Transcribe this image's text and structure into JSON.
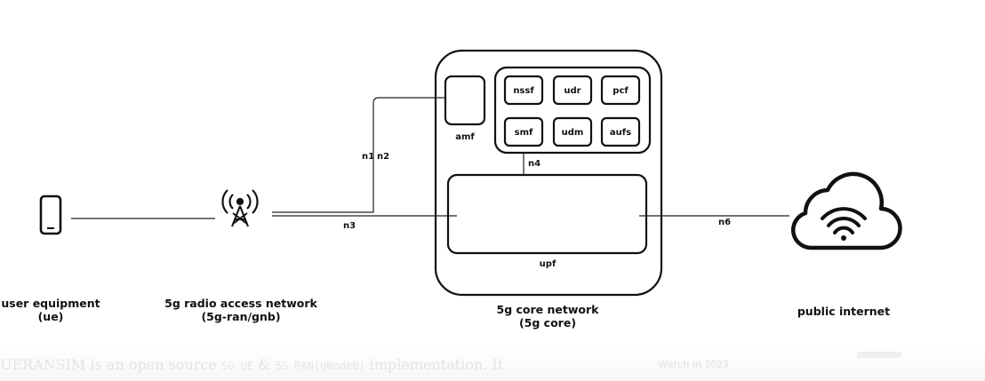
{
  "nodes": {
    "ue": "user equipment\n(ue)",
    "gnb": "5g radio access network\n(5g-ran/gnb)",
    "core": "5g core network\n(5g core)",
    "internet": "public internet"
  },
  "functions": {
    "amf": "amf",
    "nssf": "nssf",
    "udr": "udr",
    "pcf": "pcf",
    "smf": "smf",
    "udm": "udm",
    "aufs": "aufs",
    "upf": "upf"
  },
  "interfaces": {
    "n1": "n1",
    "n2": "n2",
    "n3": "n3",
    "n4": "n4",
    "n6": "n6"
  },
  "caption": {
    "part1": "UERANSIM is an open source",
    "code1": "5G UE",
    "amp": "&",
    "code2": "5G RAN(gNodeB)",
    "part2": "implementation. It"
  },
  "watch": "Watch in 2023",
  "icons": [
    "smartphone-icon",
    "cell-tower-icon",
    "cloud-wifi-icon"
  ]
}
